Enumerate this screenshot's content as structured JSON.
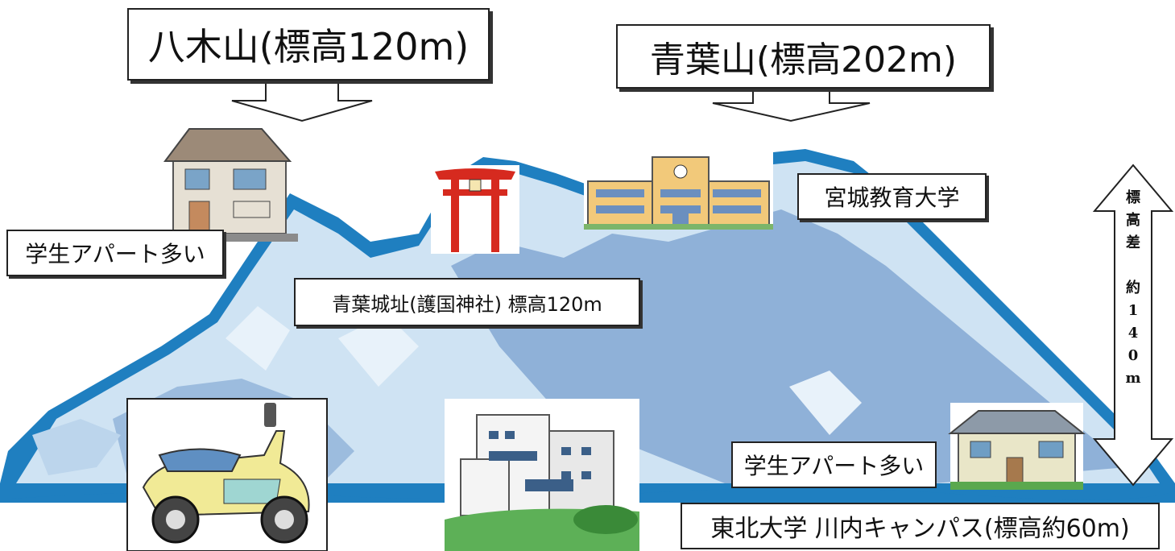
{
  "labels": {
    "hachiman_yama": "八木山(標高120m)",
    "aoba_yama": "青葉山(標高202m)",
    "student_apart_left": "学生アパート多い",
    "miyagi_univ": "宮城教育大学",
    "castle_site": "青葉城址(護国神社) 標高120m",
    "student_apart_right": "学生アパート多い",
    "tohoku_univ": "東北大学 川内キャンパス(標高約60m)"
  },
  "elevation_difference": [
    "標",
    "高",
    "差",
    "",
    "約",
    "1",
    "4",
    "0",
    "m"
  ],
  "colors": {
    "mountain_outline": "#1f7fc0",
    "mountain_fill": "#cfe3f3",
    "mountain_shadow": "#8fb1d8",
    "torii_red": "#d62a1f",
    "building_tan": "#f2c97a"
  },
  "icons": [
    "house-icon",
    "torii-icon",
    "school-building-icon",
    "scooter-icon",
    "hospital-building-icon",
    "apartment-house-icon",
    "double-arrow-icon"
  ]
}
